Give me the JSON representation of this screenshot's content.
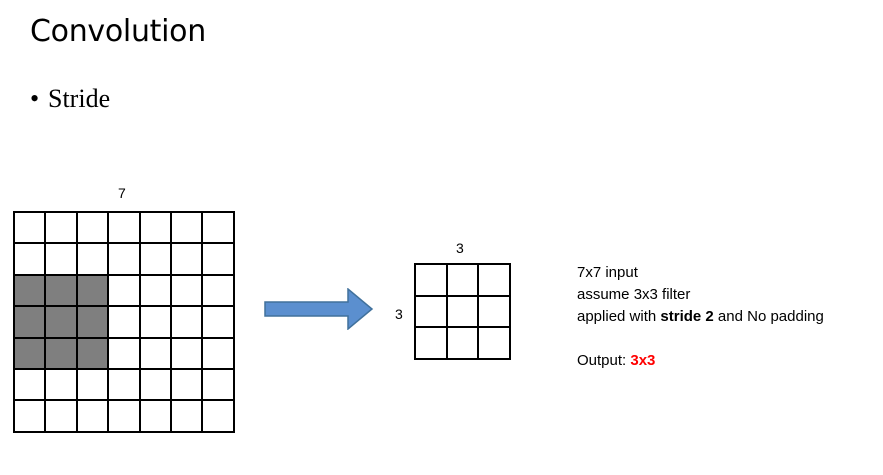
{
  "slide": {
    "title": "Convolution",
    "bullet": "Stride"
  },
  "input": {
    "size_label": "7",
    "rows": 7,
    "cols": 7,
    "filter_rows": [
      2,
      3,
      4
    ],
    "filter_cols": [
      0,
      1,
      2
    ],
    "filter_color": "#7f7f7f"
  },
  "arrow": {
    "color": "#5b8fcf",
    "stroke": "#41719c",
    "icon": "right-arrow-icon"
  },
  "output": {
    "top_label": "3",
    "side_label": "3",
    "rows": 3,
    "cols": 3
  },
  "notes": {
    "line1": "7x7 input",
    "line2": "assume 3x3 filter",
    "line3_prefix": "applied with ",
    "line3_bold": "stride 2",
    "line3_suffix": " and No padding",
    "output_label": "Output: ",
    "output_value": "3x3",
    "output_color": "#ff0000"
  }
}
